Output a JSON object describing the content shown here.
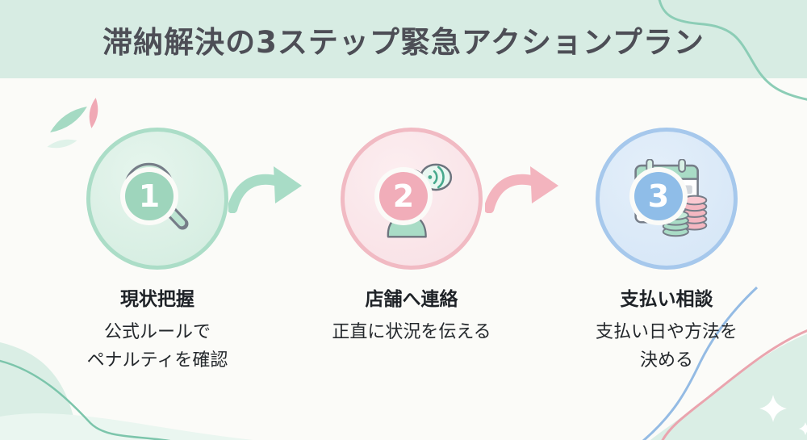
{
  "page_title": "滞納解決の3ステップ緊急アクションプラン",
  "steps": [
    {
      "number": "1",
      "title": "現状把握",
      "description": "公式ルールで\nペナルティを確認",
      "icon": "magnifier-document-icon"
    },
    {
      "number": "2",
      "title": "店舗へ連絡",
      "description": "正直に状況を伝える",
      "icon": "woman-phone-icon"
    },
    {
      "number": "3",
      "title": "支払い相談",
      "description": "支払い日や方法を\n決める",
      "icon": "calendar-coins-icon"
    }
  ],
  "arrows": [
    {
      "from": "1",
      "to": "2",
      "color": "#a8dcc6"
    },
    {
      "from": "2",
      "to": "3",
      "color": "#f3b4be"
    }
  ],
  "colors": {
    "page_bg": "#fbfbf8",
    "banner_bg": "#d7ece3",
    "title_text": "#4d4e56",
    "step1_circle": "#d8efe5",
    "step1_ring": "#abddc7",
    "step1_badge": "#9ed5bc",
    "step2_circle": "#fae4e8",
    "step2_ring": "#f1bac3",
    "step2_badge": "#f1adb9",
    "step3_circle": "#d9e8f8",
    "step3_ring": "#a6c8ec",
    "step3_badge": "#8fbde8",
    "icon_outline": "#767d88",
    "wave_teal": "#8ccdb6",
    "wave_blue": "#94bbe4",
    "wave_pink": "#eaa4ae",
    "blob_mint": "#daeee5"
  },
  "decorations": [
    "leaf-icon",
    "petal-icon",
    "sparkle-icon",
    "teal-wave-line",
    "blue-wave-line",
    "pink-wave-line"
  ]
}
